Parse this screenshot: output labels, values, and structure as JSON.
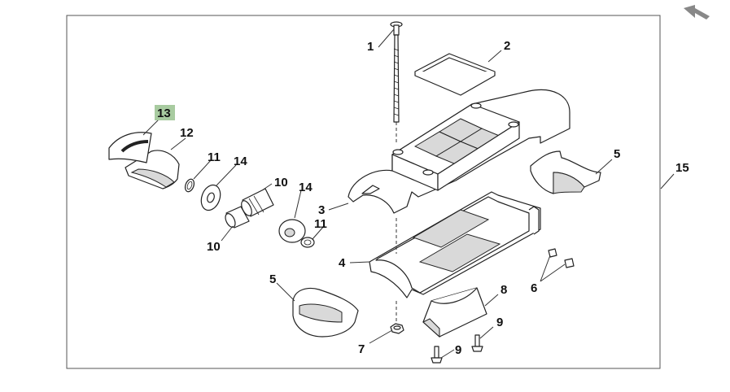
{
  "callouts": {
    "c1": "1",
    "c2": "2",
    "c3": "3",
    "c4": "4",
    "c5a": "5",
    "c5b": "5",
    "c6": "6",
    "c7": "7",
    "c8": "8",
    "c9a": "9",
    "c9b": "9",
    "c10a": "10",
    "c10b": "10",
    "c11a": "11",
    "c11b": "11",
    "c12": "12",
    "c13": "13",
    "c14a": "14",
    "c14b": "14",
    "c15": "15"
  },
  "highlight": {
    "callout": "13",
    "color": "#a8cba0"
  },
  "nav": {
    "icon": "arrow-left-icon"
  }
}
